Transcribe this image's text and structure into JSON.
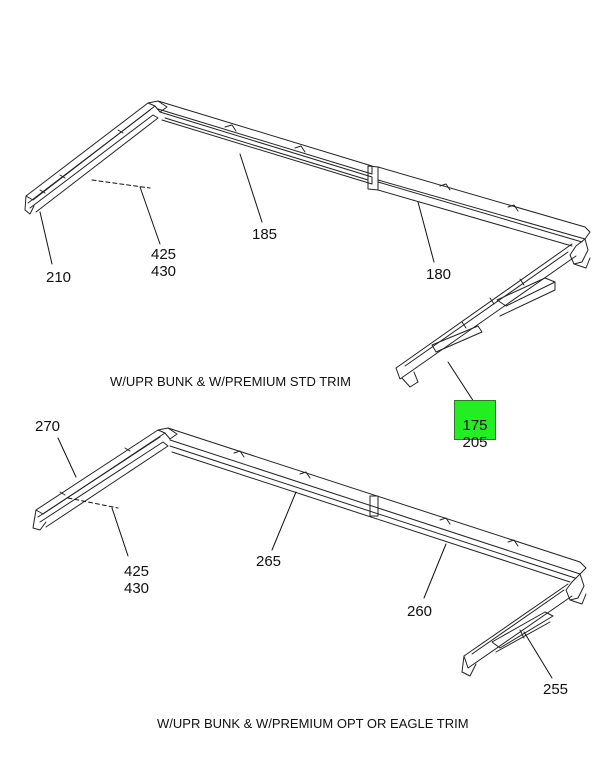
{
  "highlight_color": "#22ee22",
  "upper_assembly": {
    "caption": "W/UPR BUNK & W/PREMIUM STD TRIM",
    "callouts": {
      "c210": "210",
      "c425": "425",
      "c430": "430",
      "c185": "185",
      "c180": "180",
      "c175": "175",
      "c205": "205"
    }
  },
  "lower_assembly": {
    "caption": "W/UPR BUNK & W/PREMIUM OPT OR EAGLE TRIM",
    "callouts": {
      "c270": "270",
      "c425": "425",
      "c430": "430",
      "c265": "265",
      "c260": "260",
      "c255": "255"
    }
  }
}
